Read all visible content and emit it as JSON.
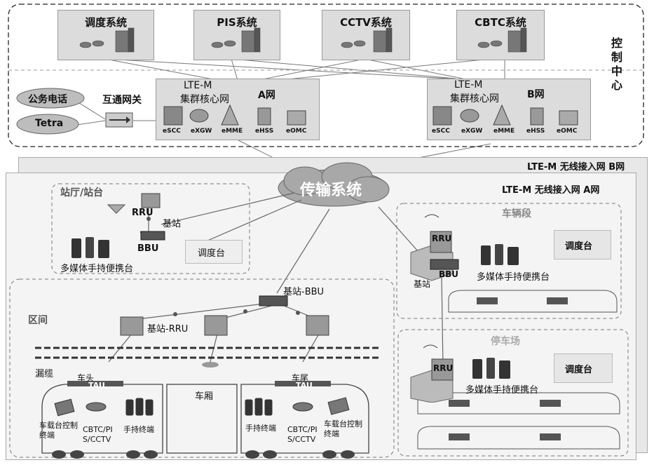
{
  "control_center": {
    "label": "控制中心",
    "systems": [
      "调度系统",
      "PIS系统",
      "CCTV系统",
      "CBTC系统"
    ],
    "public_phone": "公务电话",
    "tetra": "Tetra",
    "gateway": "互通网关",
    "core_a": {
      "title_1": "LTE-M",
      "title_2": "集群核心网",
      "net": "A网",
      "elements": [
        "eSCC",
        "eXGW",
        "eMME",
        "eHSS",
        "eOMC"
      ]
    },
    "core_b": {
      "title_1": "LTE-M",
      "title_2": "集群核心网",
      "net": "B网",
      "elements": [
        "eSCC",
        "eXGW",
        "eMME",
        "eHSS",
        "eOMC"
      ]
    }
  },
  "access_net_b": "LTE-M 无线接入网 B网",
  "access_net_a": "LTE-M 无线接入网 A网",
  "transport": "传输系统",
  "station_hall": {
    "title": "站厅/站台",
    "rru": "RRU",
    "base_station": "基站",
    "bbu": "BBU",
    "dispatch_desk": "调度台",
    "handhelds": "多媒体手持便携台"
  },
  "section": {
    "title": "区间",
    "bbu": "基站-BBU",
    "rru": "基站-RRU",
    "leaky_cable": "漏缆",
    "car_head": "车头",
    "car_tail": "车尾",
    "tau_1": "TAU",
    "tau_2": "TAU",
    "carriage": "车厢",
    "onboard_left": "车载台控制终端",
    "cbtc_left": "CBTC/PIS/CCTV",
    "handheld_left": "手持终端",
    "handheld_right": "手持终端",
    "cbtc_right": "CBTC/PIS/CCTV",
    "onboard_right": "车载台控制终端"
  },
  "depot": {
    "title": "车辆段",
    "rru": "RRU",
    "bbu": "BBU",
    "base_station": "基站",
    "handhelds": "多媒体手持便携台",
    "dispatch_desk": "调度台"
  },
  "yard": {
    "title": "停车场",
    "rru": "RRU",
    "handhelds": "多媒体手持便携台",
    "dispatch_desk": "调度台"
  }
}
